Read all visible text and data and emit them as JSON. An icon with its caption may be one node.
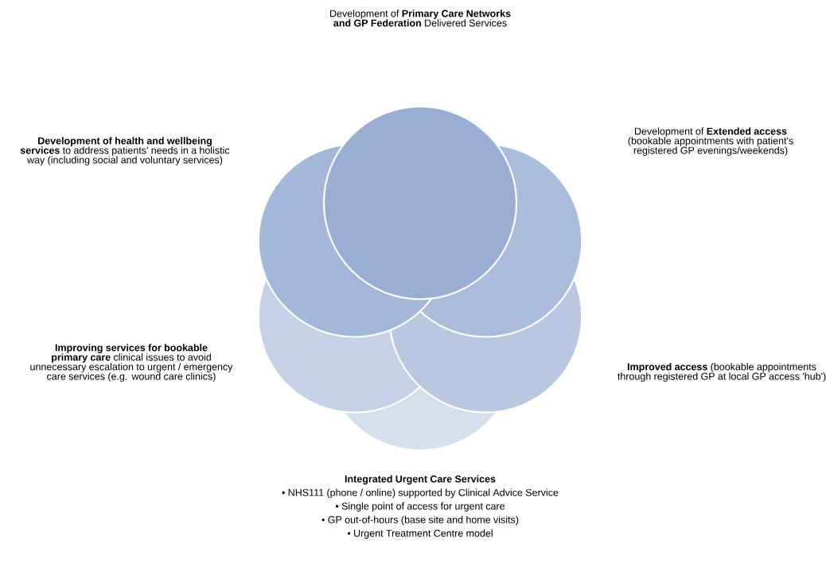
{
  "diagram": {
    "labels": [
      "Development of **Primary Care Networks and GP Federation** Delivered Services",
      "**Development of health and wellbeing services** to address patients' needs in a holistic way (including social and voluntary services)",
      "Development of **Extended access** (bookable appointments with patient's registered GP evenings/weekends)",
      "**Improving services for bookable primary care** clinical issues to avoid unnecessary escalation to urgent / emergency care services (e.g. wound care clinics)",
      "**Improved access** (bookable appointments through registered GP at local GP access 'hub')",
      "Integrated Urgent Care Services",
      "• NHS111 (phone / online) supported by Clinical Advice Service",
      "• Single point of access for urgent care",
      "• GP out-of-hours (base site and home visits)",
      "• Urgent Treatment Centre model"
    ]
  }
}
